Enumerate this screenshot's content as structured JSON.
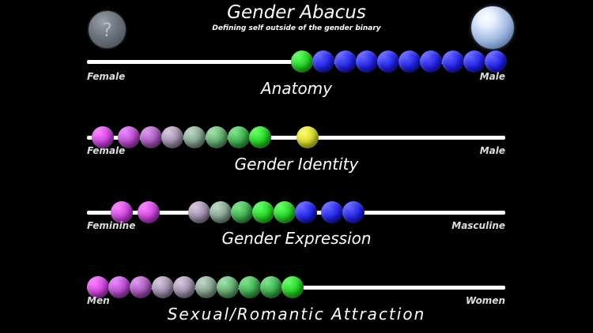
{
  "header": {
    "title": "Gender Abacus",
    "subtitle": "Defining self outside of the gender binary",
    "help_symbol": "?"
  },
  "icons": {
    "help": "question-mark-icon",
    "orb": "glass-orb-icon"
  },
  "colors": {
    "rail": "#ffffff",
    "bead_magenta": "#c640d8",
    "bead_purple": "#a054b4",
    "bead_gray": "#9a8aa6",
    "bead_sage": "#7f9c8a",
    "bead_green": "#3aa84a",
    "bead_bright_green": "#22cc22",
    "bead_yellow": "#d2d42a",
    "bead_blue": "#2222e6"
  },
  "rows": [
    {
      "id": "anatomy",
      "title": "Anatomy",
      "left_label": "Female",
      "right_label": "Male",
      "beads": [
        "#22cc22",
        "#2222e6",
        "#2222e6",
        "#2222e6",
        "#2222e6",
        "#2222e6",
        "#2222e6",
        "#2222e6",
        "#2222e6",
        "#2222e6"
      ]
    },
    {
      "id": "gender-identity",
      "title": "Gender Identity",
      "left_label": "Female",
      "right_label": "Male",
      "beads": [
        "#c640d8",
        "#b046c6",
        "#a054b4",
        "#9a8aa6",
        "#7f9c8a",
        "#5fa66a",
        "#3aa84a",
        "#22cc22",
        "#d2d42a"
      ]
    },
    {
      "id": "gender-expression",
      "title": "Gender Expression",
      "left_label": "Feminine",
      "right_label": "Masculine",
      "beads": [
        "#c640d8",
        "#c640d8",
        "#9a8aa6",
        "#7f9c8a",
        "#3aa84a",
        "#22cc22",
        "#22cc22",
        "#2222e6",
        "#2222e6",
        "#2222e6"
      ]
    },
    {
      "id": "attraction",
      "title": "Sexual/Romantic Attraction",
      "left_label": "Men",
      "right_label": "Women",
      "beads": [
        "#c640d8",
        "#b046c6",
        "#a054b4",
        "#9a8aa6",
        "#9a8aa6",
        "#7f9c8a",
        "#5fa66a",
        "#3aa84a",
        "#3aa84a",
        "#22cc22"
      ]
    }
  ]
}
